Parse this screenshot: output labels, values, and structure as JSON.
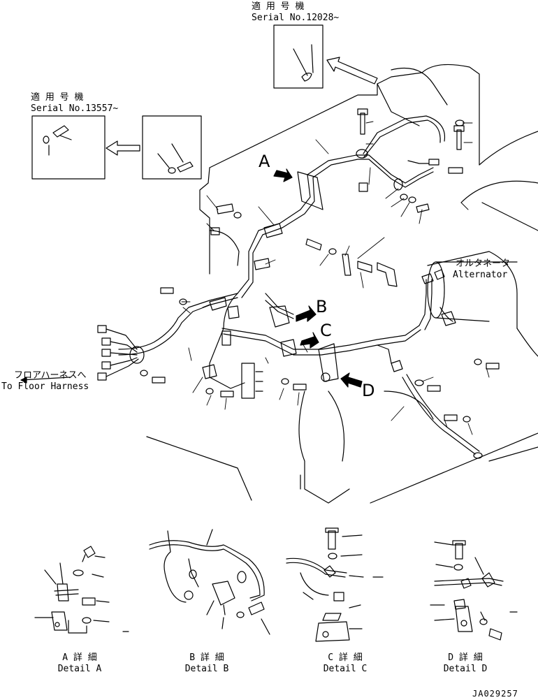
{
  "serial_top": {
    "jp": "適 用 号 機",
    "en": "Serial No.12028~"
  },
  "serial_left": {
    "jp": "適 用 号 機",
    "en": "Serial No.13557~"
  },
  "callouts": {
    "a": "A",
    "b": "B",
    "c": "C",
    "d": "D"
  },
  "alternator": {
    "jp": "オルタネータ",
    "en": "Alternator"
  },
  "floor_harness": {
    "jp": "フロアハーネスへ",
    "en": "To Floor Harness"
  },
  "details": [
    {
      "jp": "A 詳 細",
      "en": "Detail A"
    },
    {
      "jp": "B 詳 細",
      "en": "Detail B"
    },
    {
      "jp": "C 詳 細",
      "en": "Detail C"
    },
    {
      "jp": "D 詳 細",
      "en": "Detail D"
    }
  ],
  "drawing_no": "JA029257",
  "colors": {
    "ink": "#000000",
    "paper": "#ffffff"
  }
}
